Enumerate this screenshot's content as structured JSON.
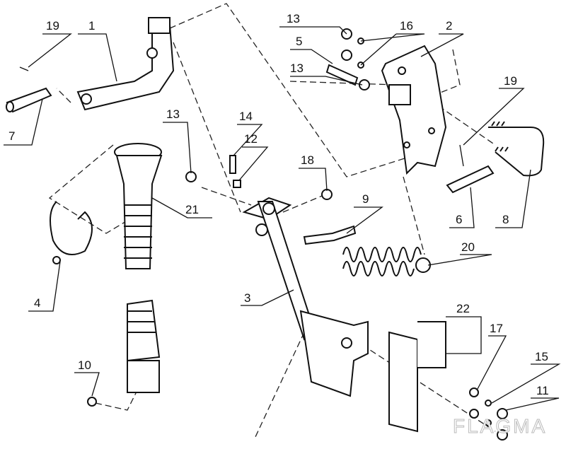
{
  "diagram": {
    "callouts": [
      "19",
      "1",
      "7",
      "13",
      "16",
      "2",
      "5",
      "13",
      "19",
      "13",
      "14",
      "12",
      "18",
      "9",
      "21",
      "4",
      "6",
      "8",
      "20",
      "3",
      "22",
      "17",
      "15",
      "10",
      "11"
    ],
    "watermark": "FLAGMA"
  }
}
